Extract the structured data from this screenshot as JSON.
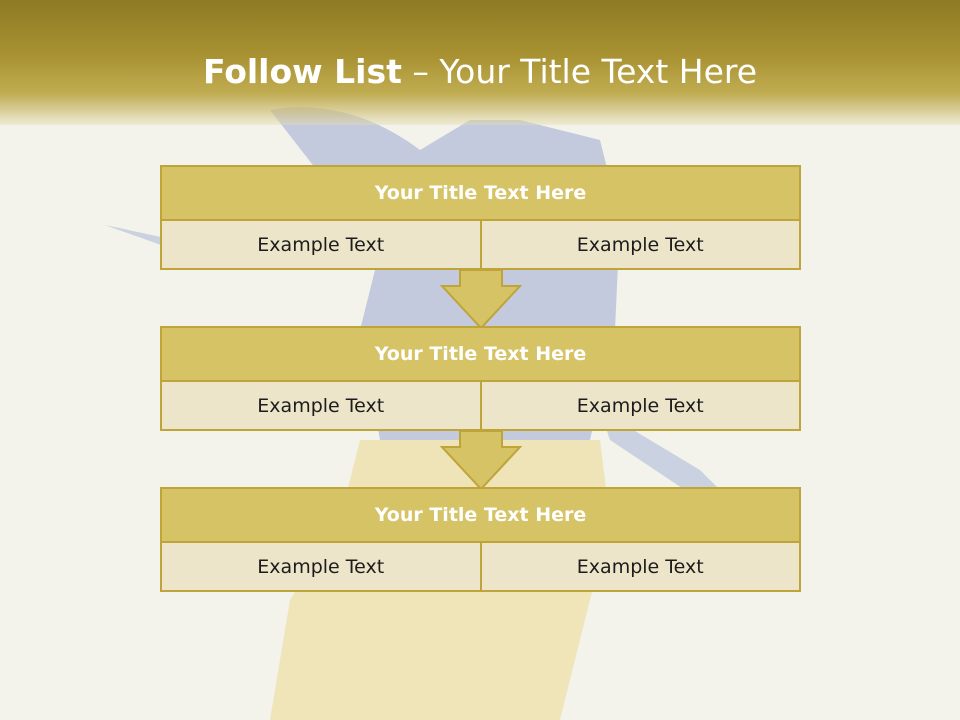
{
  "slide": {
    "title_bold": "Follow List",
    "title_rest": " – Your Title Text Here"
  },
  "blocks": [
    {
      "title": "Your Title Text Here",
      "left": "Example Text",
      "right": "Example Text"
    },
    {
      "title": "Your Title Text Here",
      "left": "Example Text",
      "right": "Example Text"
    },
    {
      "title": "Your Title Text Here",
      "left": "Example Text",
      "right": "Example Text"
    }
  ],
  "colors": {
    "header": "#a89232",
    "block_title_fill": "#d6c366",
    "cell_fill": "#ede5c9",
    "border": "#bfa43a"
  },
  "icons": [
    "down-arrow-icon",
    "down-arrow-icon"
  ]
}
